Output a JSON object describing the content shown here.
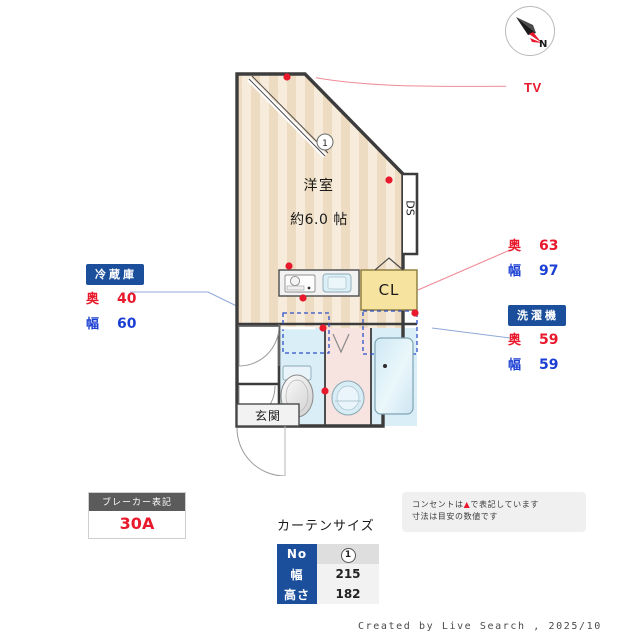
{
  "compass": {
    "north_letter": "N"
  },
  "tv": {
    "label": "TV"
  },
  "plan": {
    "rooms": [
      {
        "name": "洋室",
        "area": "約6.0 帖"
      },
      {
        "name": "玄関"
      },
      {
        "name": "CL"
      },
      {
        "name": "DS"
      }
    ],
    "room_main_name": "洋室",
    "room_main_area": "約6.0 帖",
    "entrance": "玄関",
    "closet": "CL",
    "duct_space": "DS",
    "window_marker": "1"
  },
  "specs": [
    {
      "id": "refrigerator",
      "caption": "冷蔵庫",
      "depth_key": "奥",
      "depth_value": "40",
      "width_key": "幅",
      "width_value": "60"
    },
    {
      "id": "closet",
      "caption": "",
      "depth_key": "奥",
      "depth_value": "63",
      "width_key": "幅",
      "width_value": "97"
    },
    {
      "id": "washing-machine",
      "caption": "洗濯機",
      "depth_key": "奥",
      "depth_value": "59",
      "width_key": "幅",
      "width_value": "59"
    }
  ],
  "breaker": {
    "caption": "ブレーカー表記",
    "value": "30A"
  },
  "curtain": {
    "title": "カーテンサイズ",
    "rows": [
      {
        "header": "No",
        "value": "1"
      },
      {
        "header": "幅",
        "value": "215"
      },
      {
        "header": "高さ",
        "value": "182"
      }
    ]
  },
  "note": {
    "line1_pre": "コンセントは",
    "line1_tri": "▲",
    "line1_post": "で表記しています",
    "line2": "寸法は目安の数値です"
  },
  "footer": {
    "credit": "Created by Live Search , 2025/10"
  },
  "colors": {
    "floor_light": "#f7ecdc",
    "floor_dark": "#eed9bd",
    "wall": "#3c3c3c",
    "closet_fill": "#f6e3a0",
    "water_fill": "#daeef7",
    "washroom_fill": "#f7e3e0",
    "outlet": "#e8192c",
    "accent_blue": "#1b4f9c",
    "red": "#e8192c"
  }
}
